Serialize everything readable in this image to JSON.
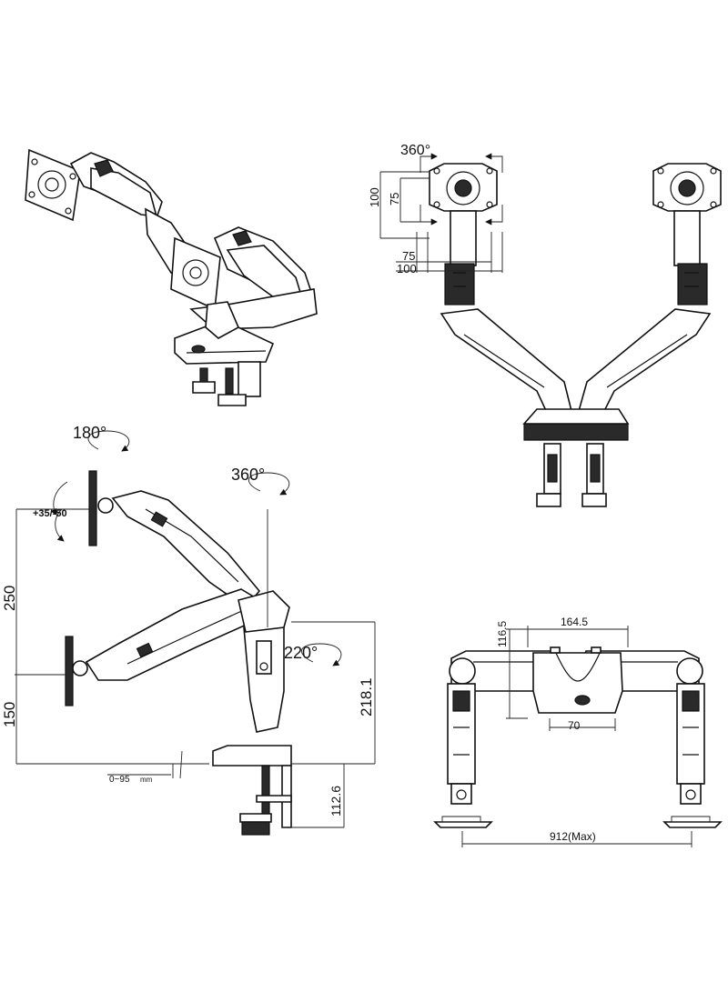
{
  "labels": {
    "top_right_rotation": "360°",
    "top_right_vesa_v100": "100",
    "top_right_vesa_v75": "75",
    "top_right_vesa_h75": "75",
    "top_right_vesa_h100": "100",
    "side_tilt_rotation": "180°",
    "side_pole_rotation": "360°",
    "side_tilt_range": "+35/-50",
    "side_height_upper": "250",
    "side_height_lower": "150",
    "side_arm_rotation": "220°",
    "side_pole_height": "218.1",
    "side_clamp_thickness": "0~95",
    "side_clamp_unit": "mm",
    "side_clamp_depth": "112.6",
    "rear_height": "116.5",
    "rear_base_width": "164.5",
    "rear_inner_width": "70",
    "rear_max_span": "912(Max)"
  }
}
